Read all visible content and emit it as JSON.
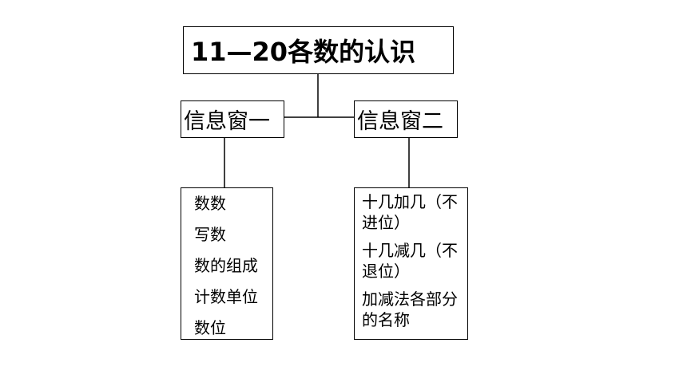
{
  "title": "11—20各数的认识",
  "info_window_one": {
    "label": "信息窗一",
    "items": [
      "数数",
      "写数",
      "数的组成",
      "计数单位",
      "数位"
    ]
  },
  "info_window_two": {
    "label": "信息窗二",
    "items": [
      "十几加几（不进位）",
      "十几减几（不退位）",
      "加减法各部分的名称"
    ]
  },
  "colors": {
    "line": "#000000",
    "background": "#ffffff"
  }
}
